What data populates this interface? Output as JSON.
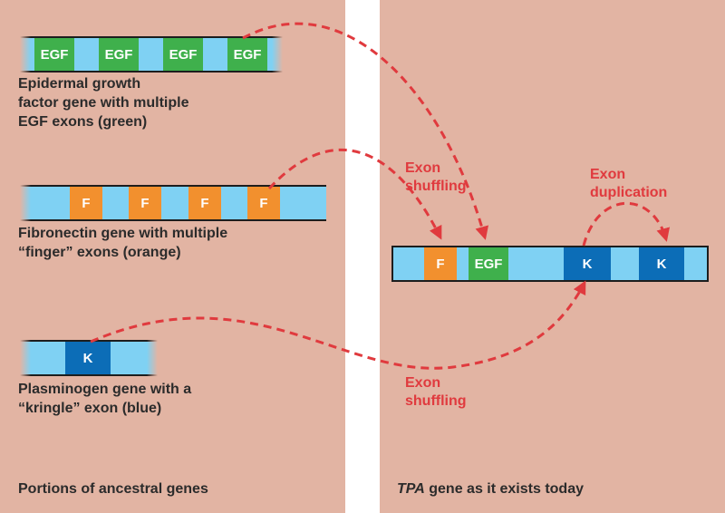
{
  "egf_gene": {
    "exons": [
      "EGF",
      "EGF",
      "EGF",
      "EGF"
    ],
    "label": [
      "Epidermal growth",
      "factor gene with multiple",
      "EGF exons (green)"
    ]
  },
  "fibronectin_gene": {
    "exons": [
      "F",
      "F",
      "F",
      "F"
    ],
    "label": [
      "Fibronectin gene with multiple",
      "“finger” exons (orange)"
    ]
  },
  "plasminogen_gene": {
    "exons": [
      "K"
    ],
    "label": [
      "Plasminogen gene with a",
      "“kringle” exon (blue)"
    ]
  },
  "tpa_gene": {
    "exons": [
      "F",
      "EGF",
      "K",
      "K"
    ]
  },
  "annotations": {
    "shuffling_top": [
      "Exon",
      "shuffling"
    ],
    "duplication": [
      "Exon",
      "duplication"
    ],
    "shuffling_bottom": [
      "Exon",
      "shuffling"
    ]
  },
  "captions": {
    "left": "Portions of ancestral genes",
    "right_italic": "TPA",
    "right_rest": " gene as it exists today"
  },
  "colors": {
    "background": "#e2b4a3",
    "gene": "#7fd1f3",
    "egf": "#3fb04c",
    "finger": "#f2902e",
    "kringle": "#0c6db7",
    "arrow": "#e03a3e"
  }
}
